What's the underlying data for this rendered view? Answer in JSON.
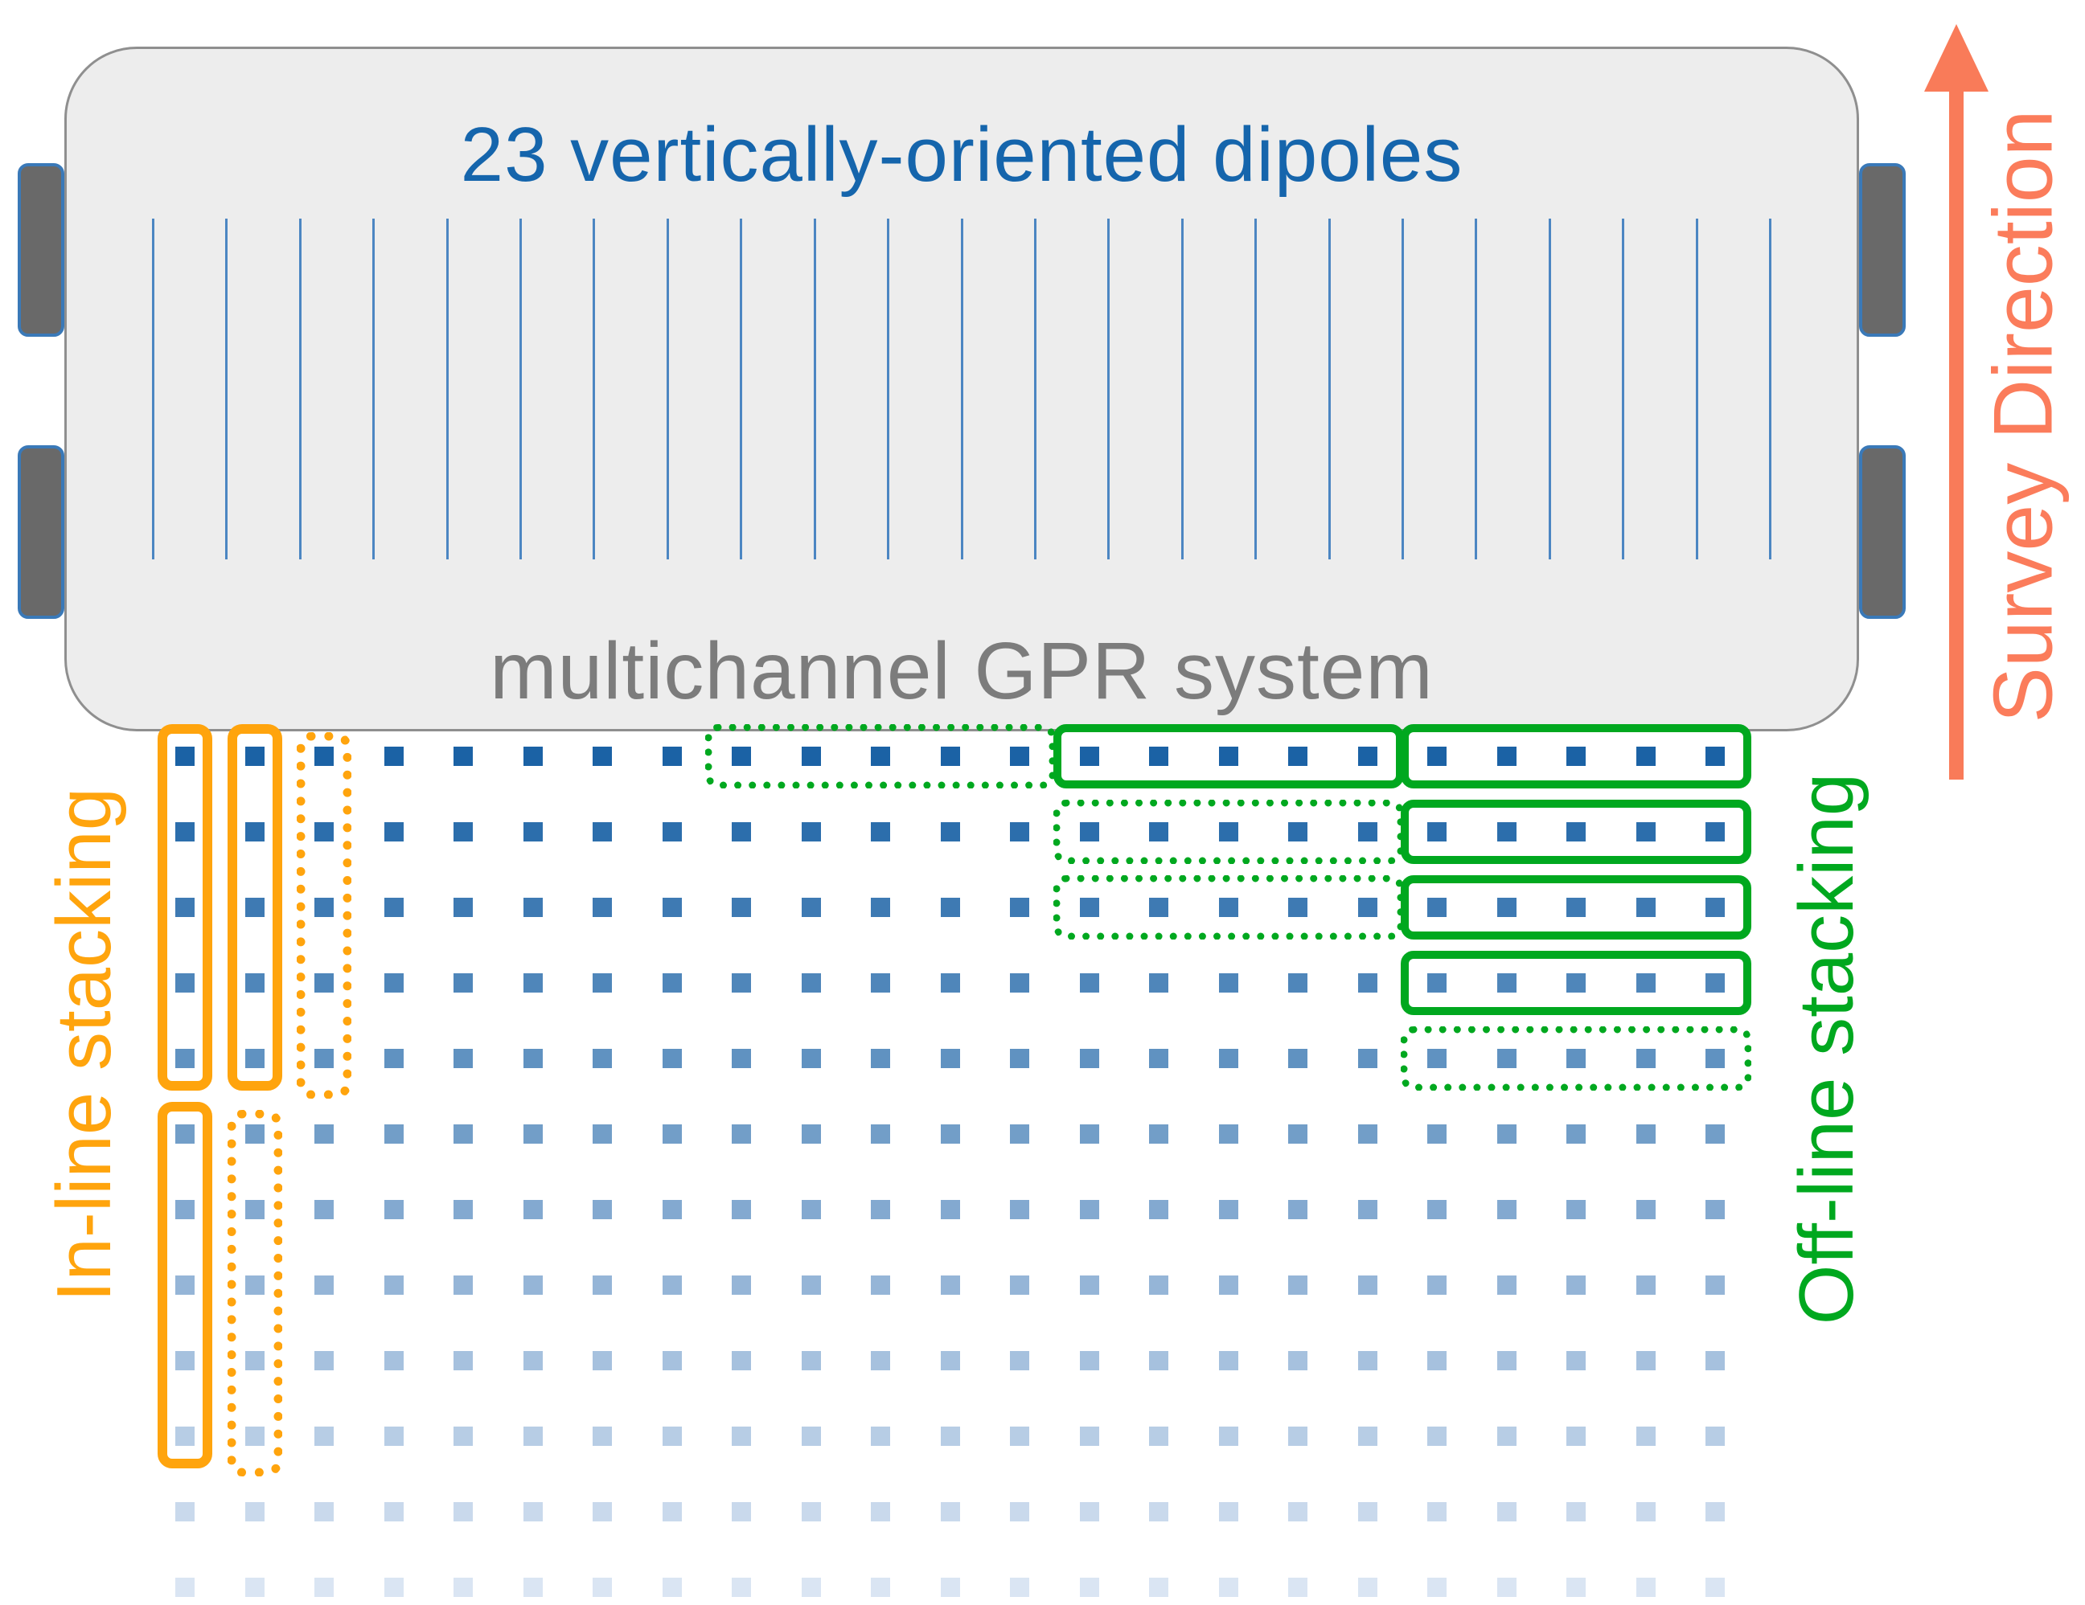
{
  "title": {
    "text": "23 vertically-oriented dipoles",
    "color": "#1565AC"
  },
  "subtitle": {
    "text": "multichannel GPR system",
    "color": "#7C7C7C"
  },
  "survey": {
    "label": "Survey Direction",
    "color": "#FB7C5B"
  },
  "labels": {
    "in_line": {
      "text": "In-line stacking",
      "color": "#FFA40D"
    },
    "off_line": {
      "text": "Off-line stacking",
      "color": "#00A81F"
    }
  },
  "gpr_unit": {
    "dipole_count": 23,
    "dipole_color": "#4C86C2",
    "body_fill": "#EDEDED",
    "body_stroke": "#8F8F8F",
    "wheel_count": 4,
    "wheel_fill": "#696969",
    "wheel_stroke": "#3A79B8"
  },
  "grid": {
    "columns": 23,
    "rows": 12,
    "dot_color_first_row": "#1B62A5",
    "dot_color_last_row": "#DAE5F3"
  },
  "stacking": {
    "in_line_boxes": [
      {
        "column": 1,
        "row_start": 1,
        "row_end": 5,
        "style": "solid"
      },
      {
        "column": 2,
        "row_start": 1,
        "row_end": 5,
        "style": "solid"
      },
      {
        "column": 3,
        "row_start": 1,
        "row_end": 5,
        "style": "dotted"
      },
      {
        "column": 1,
        "row_start": 6,
        "row_end": 10,
        "style": "solid"
      },
      {
        "column": 2,
        "row_start": 6,
        "row_end": 10,
        "style": "dotted"
      }
    ],
    "off_line_boxes": [
      {
        "row": 1,
        "col_start": 9,
        "col_end": 13,
        "style": "dotted"
      },
      {
        "row": 1,
        "col_start": 14,
        "col_end": 18,
        "style": "solid"
      },
      {
        "row": 1,
        "col_start": 19,
        "col_end": 23,
        "style": "solid"
      },
      {
        "row": 2,
        "col_start": 14,
        "col_end": 18,
        "style": "dotted"
      },
      {
        "row": 2,
        "col_start": 19,
        "col_end": 23,
        "style": "solid"
      },
      {
        "row": 3,
        "col_start": 14,
        "col_end": 18,
        "style": "dotted"
      },
      {
        "row": 3,
        "col_start": 19,
        "col_end": 23,
        "style": "solid"
      },
      {
        "row": 4,
        "col_start": 19,
        "col_end": 23,
        "style": "solid"
      },
      {
        "row": 5,
        "col_start": 19,
        "col_end": 23,
        "style": "dotted"
      }
    ]
  }
}
